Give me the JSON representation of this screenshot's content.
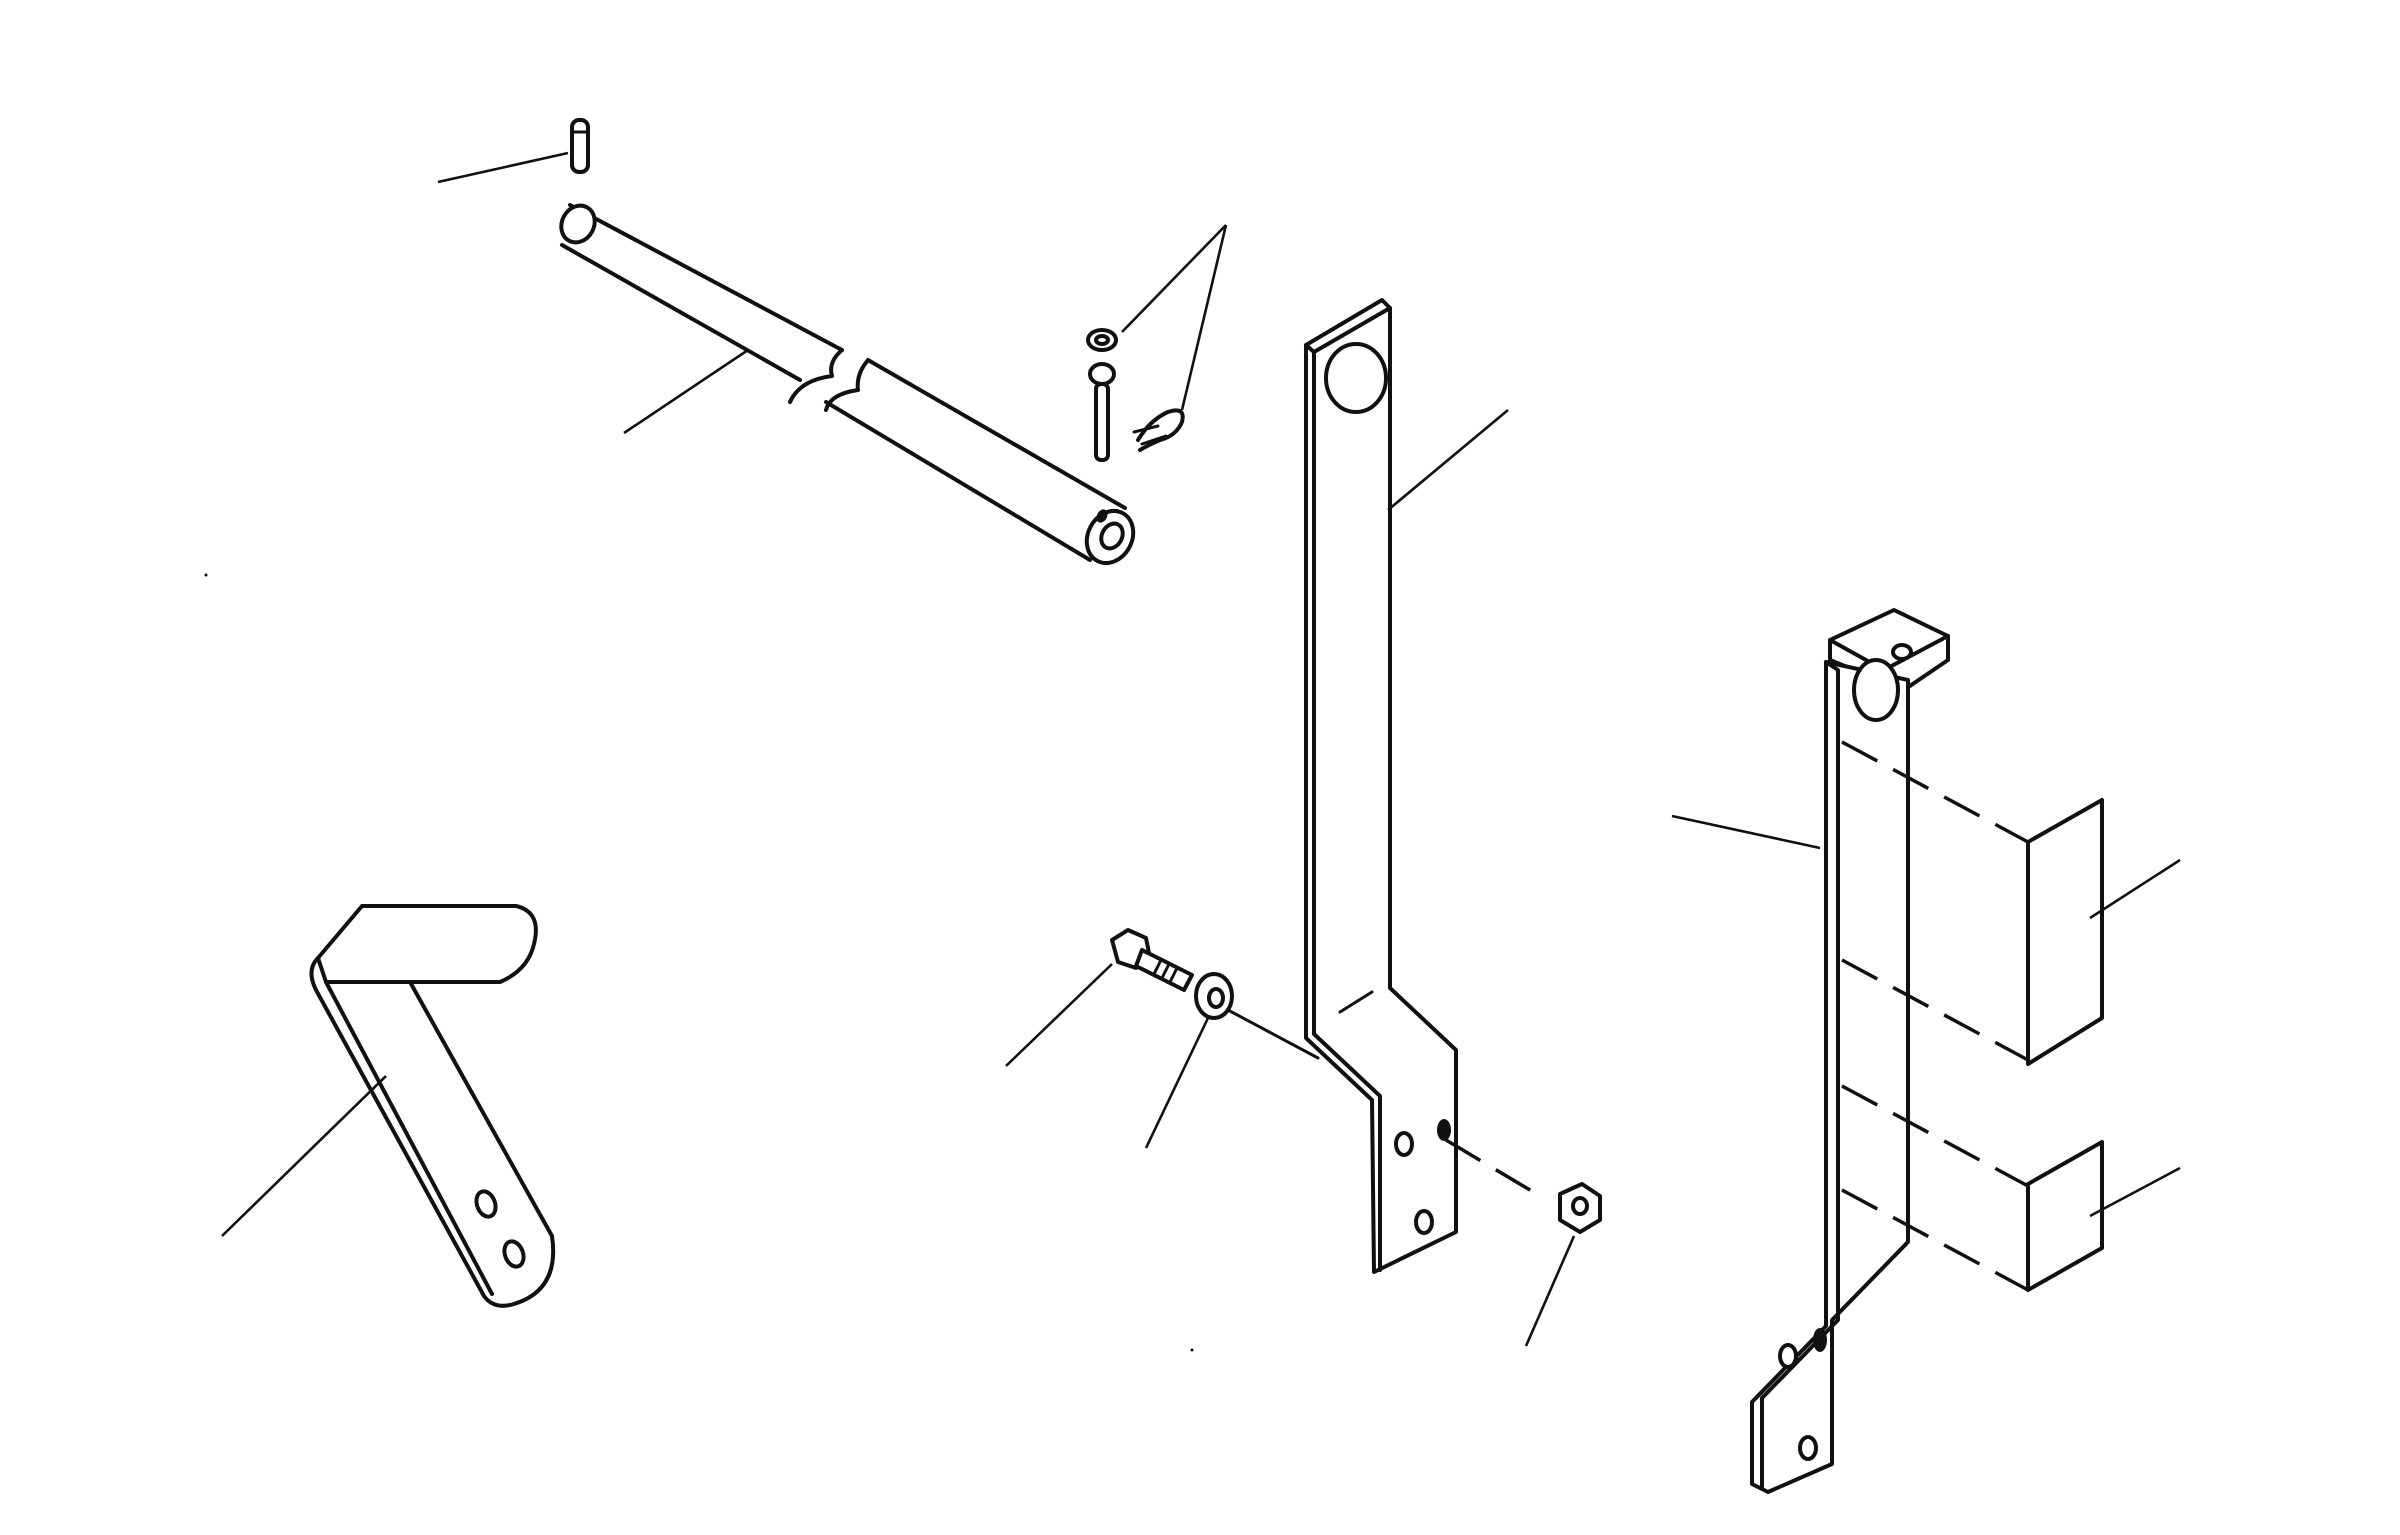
{
  "diagram": {
    "type": "exploded-parts-drawing",
    "colors": {
      "line": "#111111",
      "background": "#ffffff"
    },
    "parts": [
      {
        "id": "dowel-pin",
        "icon": "pin-icon"
      },
      {
        "id": "shaft",
        "icon": "tube-icon"
      },
      {
        "id": "clevis-pin-and-clip",
        "icon": "clevis-pin-icon"
      },
      {
        "id": "upper-arm",
        "icon": "arm-icon"
      },
      {
        "id": "angle-bracket",
        "icon": "bracket-icon"
      },
      {
        "id": "bolt",
        "icon": "bolt-icon"
      },
      {
        "id": "washer",
        "icon": "washer-icon"
      },
      {
        "id": "nut",
        "icon": "nut-icon"
      },
      {
        "id": "lower-arm",
        "icon": "arm-icon"
      },
      {
        "id": "pad-upper",
        "icon": "pad-icon"
      },
      {
        "id": "pad-lower",
        "icon": "pad-icon"
      }
    ]
  }
}
